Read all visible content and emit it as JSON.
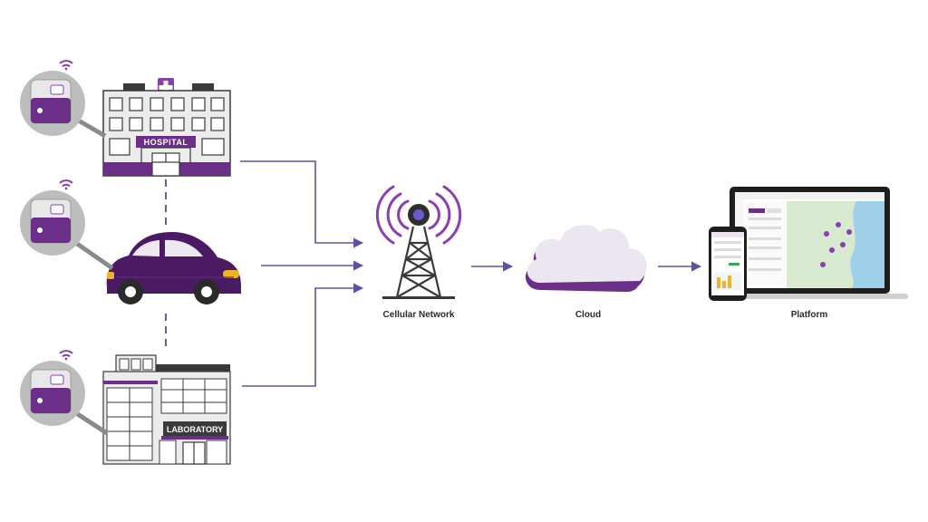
{
  "colors": {
    "purple": "#6b2f8a",
    "dark_purple": "#4a1a63",
    "accent_purple": "#8a3fb0",
    "line_blue": "#5b52a8",
    "gray": "#bdbdbd",
    "building": "#ececec",
    "dark": "#3a3a3a",
    "map_green": "#d7ead0",
    "sea_blue": "#9fd0ea"
  },
  "sources": [
    {
      "name": "hospital",
      "sign": "HOSPITAL",
      "icons": [
        "wifi-icon",
        "cooler-box-icon"
      ]
    },
    {
      "name": "vehicle",
      "sign": "",
      "icons": [
        "wifi-icon",
        "cooler-box-icon"
      ]
    },
    {
      "name": "laboratory",
      "sign": "LABORATORY",
      "icons": [
        "wifi-icon",
        "cooler-box-icon"
      ]
    }
  ],
  "nodes": {
    "cellular": {
      "label": "Cellular Network",
      "icon": "cell-tower-icon"
    },
    "cloud": {
      "label": "Cloud",
      "icon": "cloud-icon"
    },
    "platform": {
      "label": "Platform",
      "icon": "laptop-phone-icon"
    }
  }
}
